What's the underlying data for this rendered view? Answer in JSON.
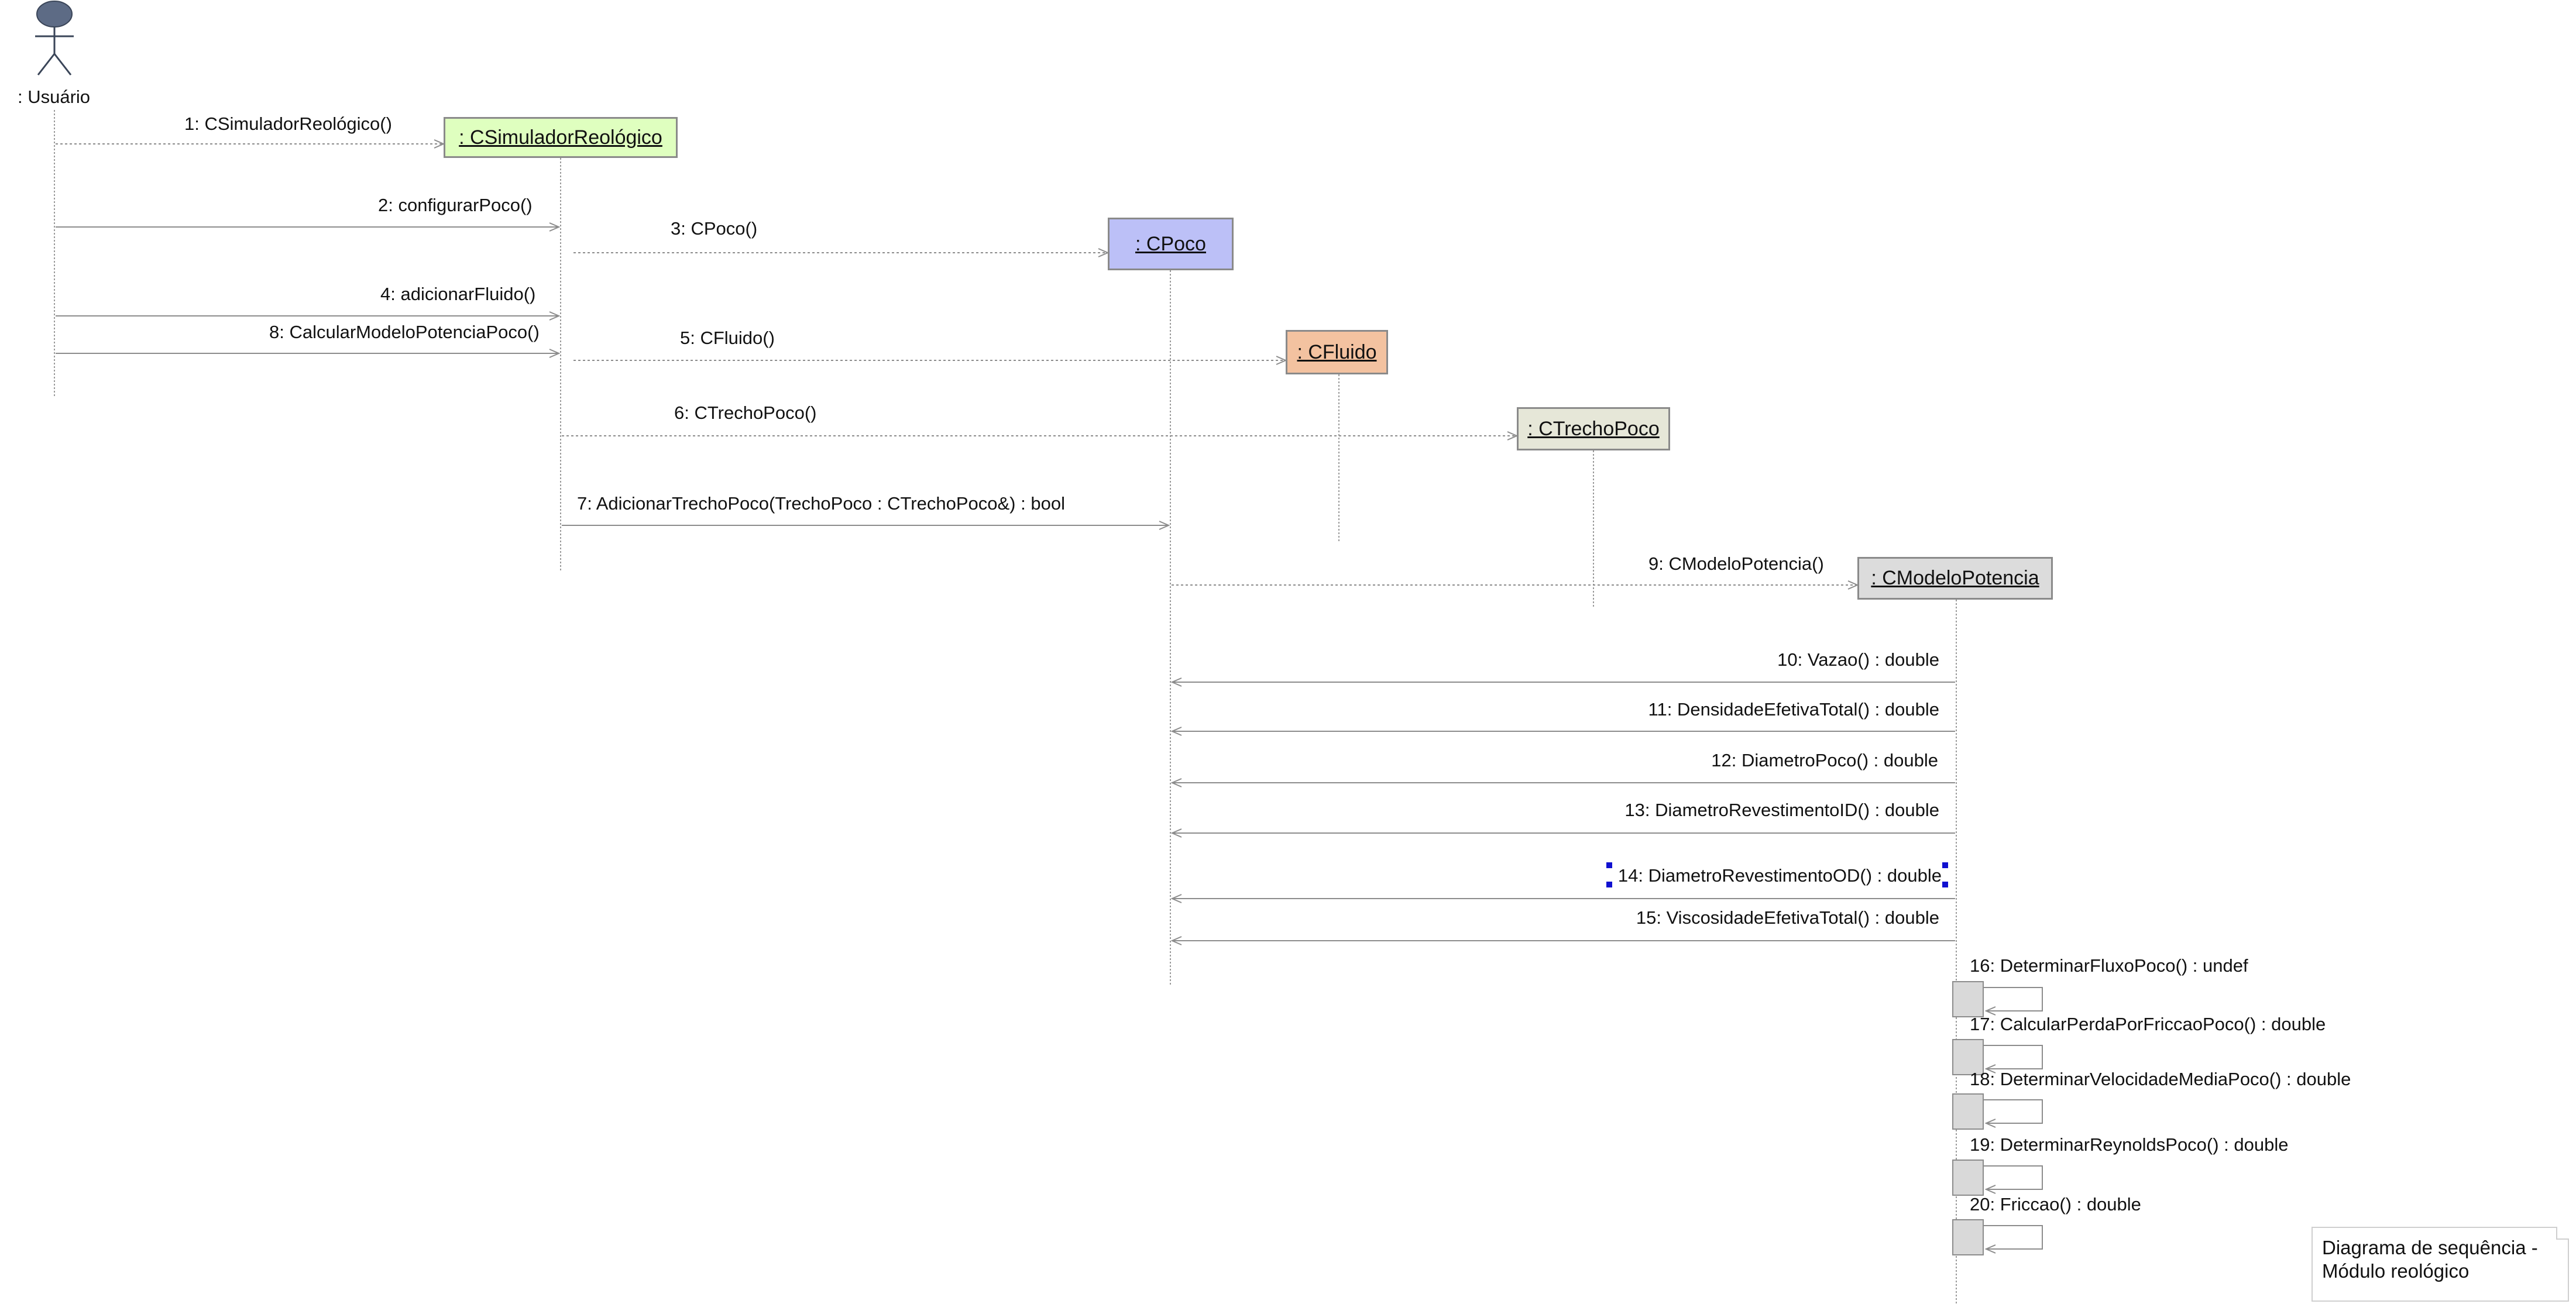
{
  "actor": {
    "label": ": Usuário"
  },
  "objects": [
    {
      "id": "sim",
      "label": ": CSimuladorReológico",
      "fill": "#dfffbf"
    },
    {
      "id": "poco",
      "label": ": CPoco",
      "fill": "#bcc0f7"
    },
    {
      "id": "fluido",
      "label": ": CFluido",
      "fill": "#f3c2a0"
    },
    {
      "id": "trecho",
      "label": ": CTrechoPoco",
      "fill": "#e6e7d8"
    },
    {
      "id": "modelo",
      "label": ": CModeloPotencia",
      "fill": "#dcdcdc"
    }
  ],
  "messages": [
    {
      "n": 1,
      "label": "1: CSimuladorReológico()"
    },
    {
      "n": 2,
      "label": "2: configurarPoco()"
    },
    {
      "n": 3,
      "label": "3: CPoco()"
    },
    {
      "n": 4,
      "label": "4: adicionarFluido()"
    },
    {
      "n": 5,
      "label": "5: CFluido()"
    },
    {
      "n": 6,
      "label": "6: CTrechoPoco()"
    },
    {
      "n": 7,
      "label": "7: AdicionarTrechoPoco(TrechoPoco : CTrechoPoco&) : bool"
    },
    {
      "n": 8,
      "label": "8: CalcularModeloPotenciaPoco()"
    },
    {
      "n": 9,
      "label": "9: CModeloPotencia()"
    },
    {
      "n": 10,
      "label": "10: Vazao() : double"
    },
    {
      "n": 11,
      "label": "11: DensidadeEfetivaTotal() : double"
    },
    {
      "n": 12,
      "label": "12: DiametroPoco() : double"
    },
    {
      "n": 13,
      "label": "13: DiametroRevestimentoID() : double"
    },
    {
      "n": 14,
      "label": "14: DiametroRevestimentoOD() : double"
    },
    {
      "n": 15,
      "label": "15: ViscosidadeEfetivaTotal() : double"
    },
    {
      "n": 16,
      "label": "16: DeterminarFluxoPoco() : undef"
    },
    {
      "n": 17,
      "label": "17: CalcularPerdaPorFriccaoPoco() : double"
    },
    {
      "n": 18,
      "label": "18: DeterminarVelocidadeMediaPoco() : double"
    },
    {
      "n": 19,
      "label": "19: DeterminarReynoldsPoco() : double"
    },
    {
      "n": 20,
      "label": "20: Friccao() : double"
    }
  ],
  "note": {
    "line1": "Diagrama de sequência -",
    "line2": "Módulo reológico"
  },
  "colors": {
    "line": "#8c8c8c",
    "actor_head": "#5d6b85",
    "activation": "#d9d9d9",
    "selection": "#1010d0"
  }
}
